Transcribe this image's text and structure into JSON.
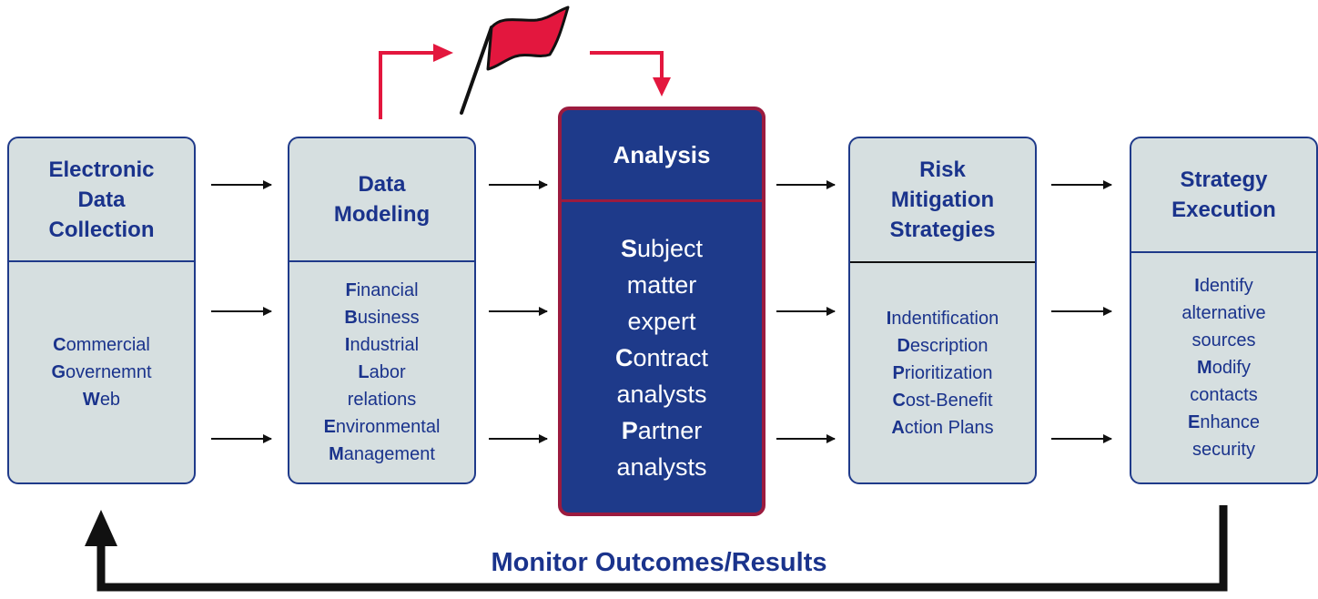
{
  "colors": {
    "box_fill": "#d6dfe0",
    "box_border": "#1f3a8a",
    "text": "#1a338c",
    "analysis_fill": "#1e3a8a",
    "analysis_border": "#9b1b3f",
    "flag": "#e3173e",
    "red_arrow": "#e3173e"
  },
  "boxes": [
    {
      "id": "electronic-data-collection",
      "title_lines": [
        "Electronic",
        "Data",
        "Collection"
      ],
      "items": [
        {
          "initial": "C",
          "rest": "ommercial"
        },
        {
          "initial": "G",
          "rest": "overnemnt"
        },
        {
          "initial": "W",
          "rest": "eb"
        }
      ]
    },
    {
      "id": "data-modeling",
      "title_lines": [
        "Data",
        "Modeling"
      ],
      "items": [
        {
          "initial": "F",
          "rest": "inancial"
        },
        {
          "initial": "B",
          "rest": "usiness"
        },
        {
          "initial": "I",
          "rest": "ndustrial"
        },
        {
          "initial": "L",
          "rest": "abor"
        },
        {
          "initial": "",
          "rest": "relations"
        },
        {
          "initial": "E",
          "rest": "nvironmental"
        },
        {
          "initial": "M",
          "rest": "anagement"
        }
      ]
    },
    {
      "id": "analysis",
      "title_lines": [
        "Analysis"
      ],
      "items": [
        {
          "initial": "S",
          "rest": "ubject"
        },
        {
          "initial": "",
          "rest": "matter"
        },
        {
          "initial": "",
          "rest": "expert"
        },
        {
          "initial": "C",
          "rest": "ontract"
        },
        {
          "initial": "",
          "rest": "analysts"
        },
        {
          "initial": "P",
          "rest": "artner"
        },
        {
          "initial": "",
          "rest": "analysts"
        }
      ]
    },
    {
      "id": "risk-mitigation-strategies",
      "title_lines": [
        "Risk",
        "Mitigation",
        "Strategies"
      ],
      "items": [
        {
          "initial": "I",
          "rest": "ndentification"
        },
        {
          "initial": "D",
          "rest": "escription"
        },
        {
          "initial": "P",
          "rest": "rioritization"
        },
        {
          "initial": "C",
          "rest": "ost-Benefit"
        },
        {
          "initial": "A",
          "rest": "ction Plans"
        }
      ]
    },
    {
      "id": "strategy-execution",
      "title_lines": [
        "Strategy",
        "Execution"
      ],
      "items": [
        {
          "initial": "I",
          "rest": "dentify"
        },
        {
          "initial": "",
          "rest": "alternative"
        },
        {
          "initial": "",
          "rest": "sources"
        },
        {
          "initial": "M",
          "rest": "odify"
        },
        {
          "initial": "",
          "rest": "contacts"
        },
        {
          "initial": "E",
          "rest": "nhance"
        },
        {
          "initial": "",
          "rest": "security"
        }
      ]
    }
  ],
  "footer": {
    "label": "Monitor Outcomes/Results"
  },
  "icons": {
    "flag": "red-flag-icon",
    "arrow": "right-arrow-icon"
  }
}
